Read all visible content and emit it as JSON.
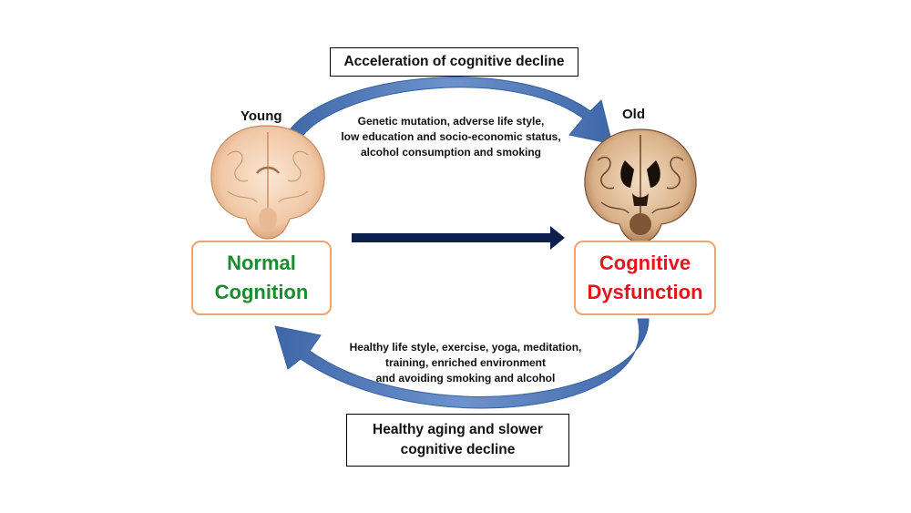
{
  "acceleration_label": "Acceleration of cognitive decline",
  "risk_factors": [
    "Genetic mutation, adverse life style,",
    "low education and socio-economic status,",
    "alcohol consumption and smoking"
  ],
  "young_label": "Young",
  "old_label": "Old",
  "normal_state": {
    "line1": "Normal",
    "line2": "Cognition",
    "color": "#1e8a2e"
  },
  "dysfunction_state": {
    "line1": "Cognitive",
    "line2": "Dysfunction",
    "color": "#e8141c"
  },
  "protective_factors": [
    "Healthy life style,  exercise,  yoga, meditation,",
    "training, enriched  environment",
    "and avoiding smoking and alcohol"
  ],
  "healthy_aging_label": {
    "line1": "Healthy aging and slower",
    "line2": "cognitive decline"
  },
  "colors": {
    "arc_blue": "#4f79b8",
    "arrow_navy": "#0d1f4c",
    "box_border": "#f0a36a",
    "brain_tissue": "#f2cfb2"
  }
}
